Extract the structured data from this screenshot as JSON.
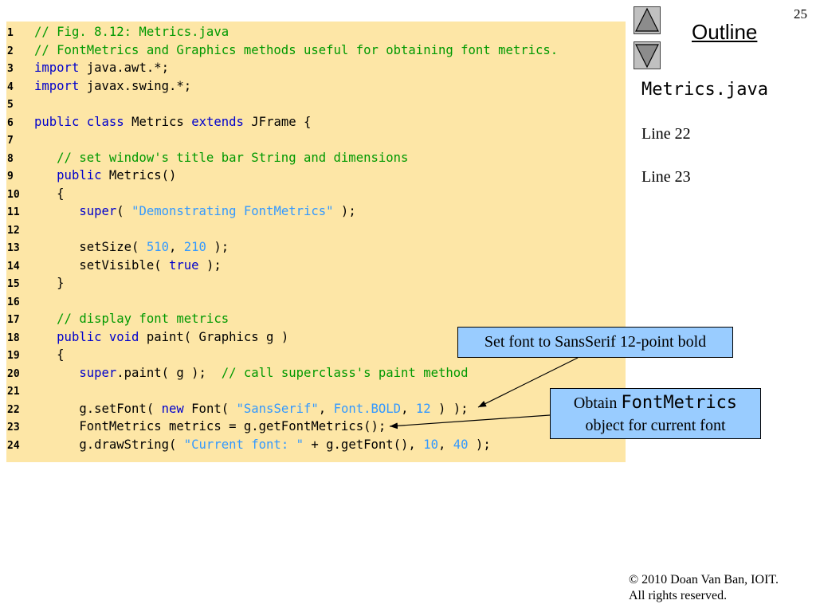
{
  "slide": {
    "page_number": "25"
  },
  "code": {
    "background": "#FDE6A6",
    "colors": {
      "plain": "#000000",
      "comment": "#009900",
      "keyword": "#0000CC",
      "literal": "#3399FF",
      "line_number": "#000000"
    },
    "lines": [
      {
        "num": "1",
        "tokens": [
          {
            "text": "// Fig. 8.12: Metrics.java",
            "style": "comment"
          }
        ]
      },
      {
        "num": "2",
        "tokens": [
          {
            "text": "// FontMetrics and Graphics methods useful for obtaining font metrics.",
            "style": "comment"
          }
        ]
      },
      {
        "num": "3",
        "tokens": [
          {
            "text": "import",
            "style": "keyword"
          },
          {
            "text": " java.awt.*;",
            "style": "plain"
          }
        ]
      },
      {
        "num": "4",
        "tokens": [
          {
            "text": "import",
            "style": "keyword"
          },
          {
            "text": " javax.swing.*;",
            "style": "plain"
          }
        ]
      },
      {
        "num": "5",
        "tokens": []
      },
      {
        "num": "6",
        "tokens": [
          {
            "text": "public",
            "style": "keyword"
          },
          {
            "text": " class",
            "style": "keyword"
          },
          {
            "text": " Metrics ",
            "style": "plain"
          },
          {
            "text": "extends",
            "style": "keyword"
          },
          {
            "text": " JFrame {",
            "style": "plain"
          }
        ]
      },
      {
        "num": "7",
        "tokens": []
      },
      {
        "num": "8",
        "tokens": [
          {
            "text": "   // set window's title bar String and dimensions",
            "style": "comment"
          }
        ]
      },
      {
        "num": "9",
        "tokens": [
          {
            "text": "   public",
            "style": "keyword"
          },
          {
            "text": " Metrics()",
            "style": "plain"
          }
        ]
      },
      {
        "num": "10",
        "tokens": [
          {
            "text": "   {",
            "style": "plain"
          }
        ]
      },
      {
        "num": "11",
        "tokens": [
          {
            "text": "      super",
            "style": "keyword"
          },
          {
            "text": "( ",
            "style": "plain"
          },
          {
            "text": "\"Demonstrating FontMetrics\"",
            "style": "literal"
          },
          {
            "text": " );",
            "style": "plain"
          }
        ]
      },
      {
        "num": "12",
        "tokens": []
      },
      {
        "num": "13",
        "tokens": [
          {
            "text": "      setSize( ",
            "style": "plain"
          },
          {
            "text": "510",
            "style": "literal"
          },
          {
            "text": ", ",
            "style": "plain"
          },
          {
            "text": "210",
            "style": "literal"
          },
          {
            "text": " );",
            "style": "plain"
          }
        ]
      },
      {
        "num": "14",
        "tokens": [
          {
            "text": "      setVisible( ",
            "style": "plain"
          },
          {
            "text": "true",
            "style": "keyword"
          },
          {
            "text": " );",
            "style": "plain"
          }
        ]
      },
      {
        "num": "15",
        "tokens": [
          {
            "text": "   }",
            "style": "plain"
          }
        ]
      },
      {
        "num": "16",
        "tokens": []
      },
      {
        "num": "17",
        "tokens": [
          {
            "text": "   // display font metrics",
            "style": "comment"
          }
        ]
      },
      {
        "num": "18",
        "tokens": [
          {
            "text": "   public",
            "style": "keyword"
          },
          {
            "text": " void",
            "style": "keyword"
          },
          {
            "text": " paint( Graphics g )",
            "style": "plain"
          }
        ]
      },
      {
        "num": "19",
        "tokens": [
          {
            "text": "   {",
            "style": "plain"
          }
        ]
      },
      {
        "num": "20",
        "tokens": [
          {
            "text": "      super",
            "style": "keyword"
          },
          {
            "text": ".paint( g );  ",
            "style": "plain"
          },
          {
            "text": "// call superclass's paint method",
            "style": "comment"
          }
        ]
      },
      {
        "num": "21",
        "tokens": []
      },
      {
        "num": "22",
        "tokens": [
          {
            "text": "      g.setFont( ",
            "style": "plain"
          },
          {
            "text": "new",
            "style": "keyword"
          },
          {
            "text": " Font( ",
            "style": "plain"
          },
          {
            "text": "\"SansSerif\"",
            "style": "literal"
          },
          {
            "text": ", ",
            "style": "plain"
          },
          {
            "text": "Font.BOLD",
            "style": "literal"
          },
          {
            "text": ", ",
            "style": "plain"
          },
          {
            "text": "12",
            "style": "literal"
          },
          {
            "text": " ) );",
            "style": "plain"
          }
        ]
      },
      {
        "num": "23",
        "tokens": [
          {
            "text": "      FontMetrics metrics = g.getFontMetrics();",
            "style": "plain"
          }
        ]
      },
      {
        "num": "24",
        "tokens": [
          {
            "text": "      g.drawString( ",
            "style": "plain"
          },
          {
            "text": "\"Current font: \"",
            "style": "literal"
          },
          {
            "text": " + g.getFont(), ",
            "style": "plain"
          },
          {
            "text": "10",
            "style": "literal"
          },
          {
            "text": ", ",
            "style": "plain"
          },
          {
            "text": "40",
            "style": "literal"
          },
          {
            "text": " );",
            "style": "plain"
          }
        ]
      }
    ]
  },
  "outline": {
    "up_icon": "up-triangle-icon",
    "down_icon": "down-triangle-icon",
    "title": "Outline",
    "file_name": "Metrics.java",
    "refs": [
      "Line 22",
      "Line 23"
    ]
  },
  "callout_fill": "#99CCFF",
  "callouts": [
    {
      "text": "Set font to SansSerif 12-point bold"
    },
    {
      "prefix": "Obtain",
      "code": "FontMetrics",
      "line2": "object for current font"
    }
  ],
  "footer": {
    "copyright": "© 2010 Doan Van Ban, IOIT.",
    "rights": "All rights reserved."
  }
}
